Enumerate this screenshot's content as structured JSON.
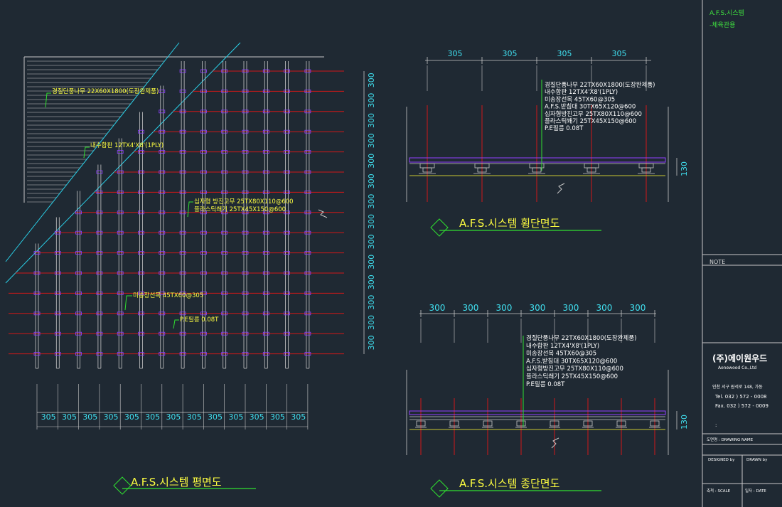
{
  "colors": {
    "background": "#1f2933",
    "lines": "#c8c8c8",
    "dimension_text": "#40e0f0",
    "annotation_text": "#ffff40",
    "title_text": "#ffff40",
    "grid_red": "#d01818",
    "leader_green": "#30e030",
    "diagonal_cyan": "#2ad0e8",
    "purple": "#9040ff"
  },
  "plan": {
    "title": "A.F.S.시스템 평면도",
    "labels": {
      "wood": "경질단풍나무 22X60X1800(도장완제품)",
      "plywood": "내수합판 12TX4'X8'(1PLY)",
      "rubber": "십자형 방진고무 25TX80X110@600",
      "plastic": "플라스틱쐐기 25TX45X150@600",
      "pine": "미송장선목 45TX60@305",
      "pe": "P.E필름 0.08T"
    },
    "dim_bottom": [
      "305",
      "305",
      "305",
      "305",
      "305",
      "305",
      "305",
      "305",
      "305",
      "305",
      "305",
      "305",
      "305"
    ],
    "dim_right": [
      "300",
      "300",
      "300",
      "300",
      "300",
      "300",
      "300",
      "300",
      "300",
      "300",
      "300",
      "300",
      "300",
      "300"
    ]
  },
  "cross_section": {
    "title": "A.F.S.시스템 횡단면도",
    "dim_top": [
      "305",
      "305",
      "305",
      "305"
    ],
    "height_dim": "130",
    "callouts": [
      "경질단풍나무 22TX60X1800(도장완제품)",
      "내수합판 12TX4'X8'(1PLY)",
      "미송장선목 45TX60@305",
      "A.F.S.받침대 30TX65X120@600",
      "십자형방진고무 25TX80X110@600",
      "플라스틱쐐기 25TX45X150@600",
      "P.E필름 0.08T"
    ]
  },
  "long_section": {
    "title": "A.F.S.시스템 종단면도",
    "dim_top": [
      "300",
      "300",
      "300",
      "300",
      "300",
      "300",
      "300"
    ],
    "height_dim": "130",
    "callouts": [
      "경질단풍나무 22TX60X1800(도장완제품)",
      "내수합판 12TX4'X8'(1PLY)",
      "미송장선목 45TX60@305",
      "A.F.S.받침대 30TX65X120@600",
      "십자형방진고무 25TX80X110@600",
      "플라스틱쐐기 25TX45X150@600",
      "P.E필름 0.08T"
    ]
  },
  "title_block": {
    "project": "A.F.S.시스템",
    "subtitle": "-체육관용",
    "note": "NOTE",
    "company": "(주)에이원우드",
    "company_en": "Aonewood Co.,Ltd",
    "address": "인천 서구 원석로 148, 가동",
    "tel": "Tel. 032 ) 572 - 0008",
    "fax": "Fax. 032 ) 572 - 0009",
    "colon": ":",
    "drawing_name_label": "도면명 : DRAWING NAME",
    "designed_by": "DESIGNED by",
    "drawn_by": "DRAWN by",
    "scale": "축척 : SCALE",
    "date": "일자 : DATE"
  }
}
